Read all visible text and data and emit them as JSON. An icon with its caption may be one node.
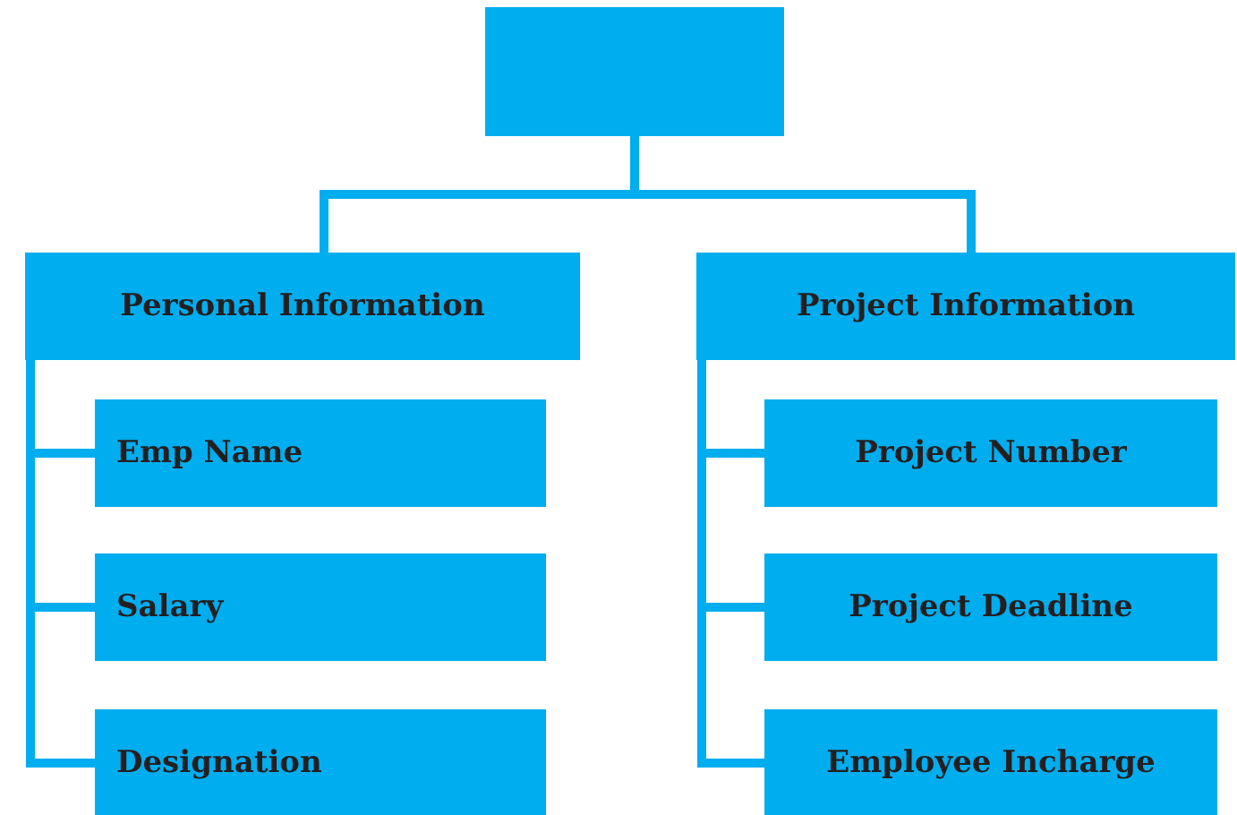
{
  "diagram": {
    "nodes": [
      {
        "text": [],
        "shape": "box"
      },
      {
        "text": [
          "Personal Information"
        ]
      },
      {
        "text": [
          "Project Information"
        ]
      },
      {
        "text": [
          "Emp Name"
        ]
      },
      {
        "text": [
          "Salary"
        ]
      },
      {
        "text": [
          "Designation"
        ]
      },
      {
        "text": [
          "Project Number"
        ]
      },
      {
        "text": [
          "Project Deadline"
        ]
      },
      {
        "text": [
          "Employee Incharge"
        ]
      }
    ],
    "edges": [
      {
        "from": 0,
        "to": 1,
        "arrow": "none"
      },
      {
        "from": 0,
        "to": 2,
        "arrow": "none"
      },
      {
        "from": 1,
        "to": 3,
        "arrow": "none"
      },
      {
        "from": 1,
        "to": 4,
        "arrow": "none"
      },
      {
        "from": 1,
        "to": 5,
        "arrow": "none"
      },
      {
        "from": 2,
        "to": 6,
        "arrow": "none"
      },
      {
        "from": 2,
        "to": 7,
        "arrow": "none"
      },
      {
        "from": 2,
        "to": 8,
        "arrow": "none"
      }
    ]
  }
}
